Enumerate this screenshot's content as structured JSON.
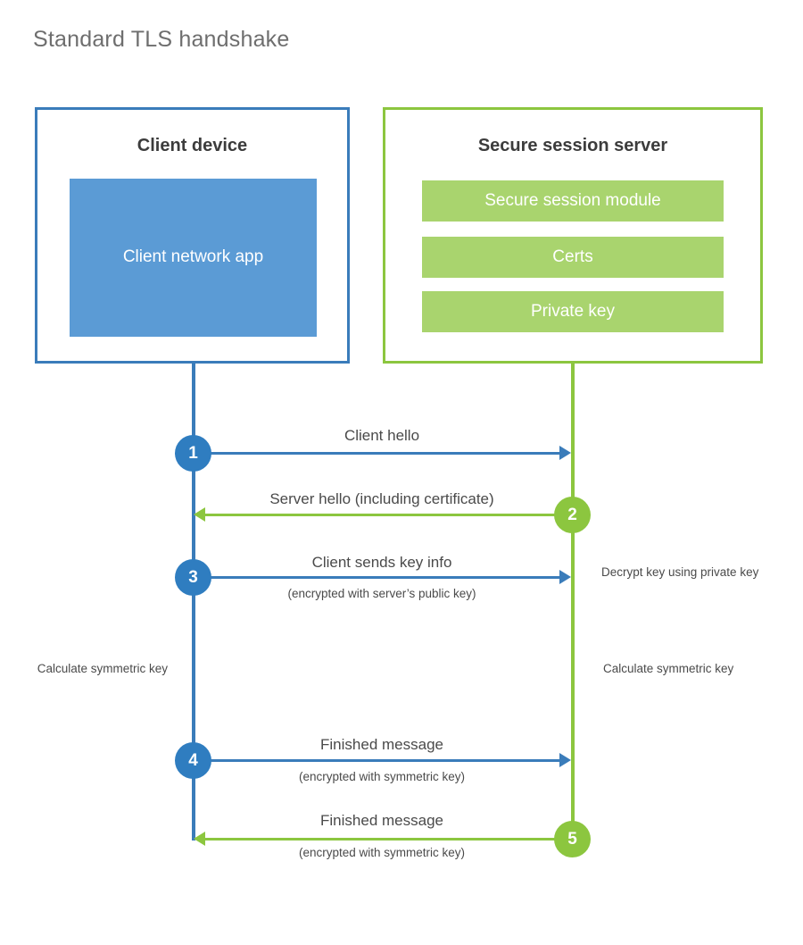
{
  "page": {
    "title": "Standard TLS handshake",
    "background_color": "#ffffff"
  },
  "colors": {
    "client_blue": "#3a7cba",
    "client_app_fill": "#5b9bd5",
    "server_green": "#8cc63f",
    "server_block_fill": "#a9d46e",
    "step_blue": "#2f7dc0",
    "text_dark": "#4a4a4a",
    "title_gray": "#6e6e6e"
  },
  "client": {
    "title": "Client device",
    "app_label": "Client network app"
  },
  "server": {
    "title": "Secure session server",
    "blocks": [
      {
        "label": "Secure session module"
      },
      {
        "label": "Certs"
      },
      {
        "label": "Private key"
      }
    ]
  },
  "messages": [
    {
      "step": "1",
      "label": "Client hello",
      "sublabel": "",
      "direction": "client-to-server",
      "color": "#3a7cba"
    },
    {
      "step": "2",
      "label": "Server hello (including certificate)",
      "sublabel": "",
      "direction": "server-to-client",
      "color": "#8cc63f"
    },
    {
      "step": "3",
      "label": "Client sends key info",
      "sublabel": "(encrypted with server’s public key)",
      "direction": "client-to-server",
      "color": "#3a7cba"
    },
    {
      "step": "4",
      "label": "Finished message",
      "sublabel": "(encrypted with symmetric key)",
      "direction": "client-to-server",
      "color": "#3a7cba"
    },
    {
      "step": "5",
      "label": "Finished message",
      "sublabel": "(encrypted with symmetric key)",
      "direction": "server-to-client",
      "color": "#8cc63f"
    }
  ],
  "notes": {
    "decrypt": "Decrypt key using private key",
    "calculate_client": "Calculate symmetric key",
    "calculate_server": "Calculate symmetric key"
  }
}
